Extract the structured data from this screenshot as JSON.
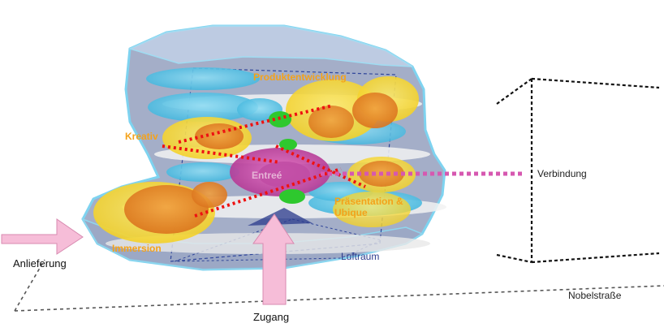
{
  "labels": {
    "produktentwicklung": "Produktentwicklung",
    "kreativ": "Kreativ",
    "entree": "Entreé",
    "praesentation": "Präsentation &\nUbique",
    "immersion": "Immersion",
    "luftraum": "Luftraum",
    "verbindung": "Verbindung",
    "anlieferung": "Anlieferung",
    "zugang": "Zugang",
    "nobelstrasse": "Nobelstraße"
  },
  "colors": {
    "shell_fill": "#8a97b8",
    "shell_stroke": "#7ed3f0",
    "cyan": "#5cc8e8",
    "yellow": "#f7e040",
    "orange": "#e8881a",
    "magenta": "#d63ca8",
    "green": "#2ec82e",
    "red_dots": "#ee1111",
    "pink_arrow": "#f6bdd8",
    "zone_text": "#f4a21a"
  }
}
